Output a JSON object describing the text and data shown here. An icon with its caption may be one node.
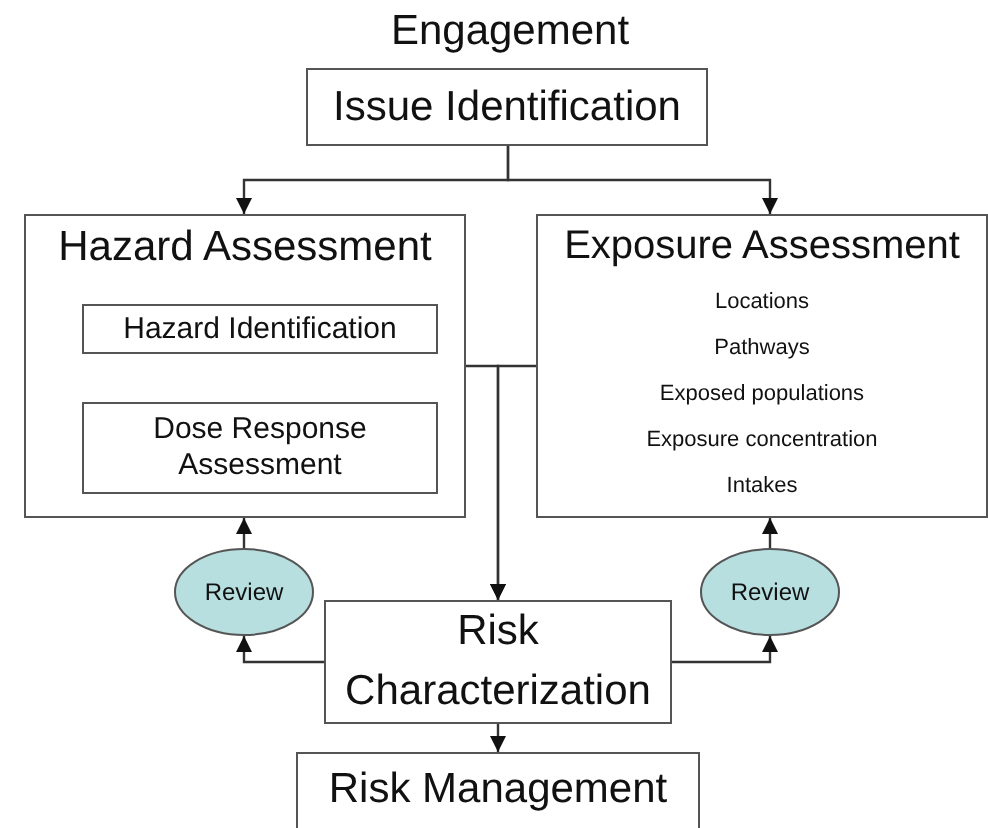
{
  "diagram": {
    "title": "Engagement",
    "nodes": [
      {
        "text": [
          "Issue Identification"
        ]
      },
      {
        "text": [
          "Hazard Assessment"
        ]
      },
      {
        "text": [
          "Hazard Identification"
        ],
        "in": 1
      },
      {
        "text": [
          "Dose Response Assessment"
        ],
        "in": 1
      },
      {
        "text": [
          "Exposure Assessment",
          "Locations",
          "Pathways",
          "Exposed populations",
          "Exposure concentration",
          "Intakes"
        ]
      },
      {
        "text": [
          "Review"
        ]
      },
      {
        "text": [
          "Review"
        ]
      },
      {
        "text": [
          "Risk Characterization"
        ]
      },
      {
        "text": [
          "Risk Management"
        ]
      }
    ],
    "edges": [
      {
        "from": 0,
        "to": 1,
        "arrow": "to"
      },
      {
        "from": 0,
        "to": 4,
        "arrow": "to"
      },
      {
        "from": 1,
        "to": 7,
        "arrow": "to"
      },
      {
        "from": 4,
        "to": 7,
        "arrow": "to"
      },
      {
        "from": 7,
        "to": 5,
        "arrow": "to"
      },
      {
        "from": 5,
        "to": 1,
        "arrow": "to"
      },
      {
        "from": 7,
        "to": 6,
        "arrow": "to"
      },
      {
        "from": 6,
        "to": 4,
        "arrow": "to"
      },
      {
        "from": 7,
        "to": 8,
        "arrow": "to"
      }
    ]
  }
}
